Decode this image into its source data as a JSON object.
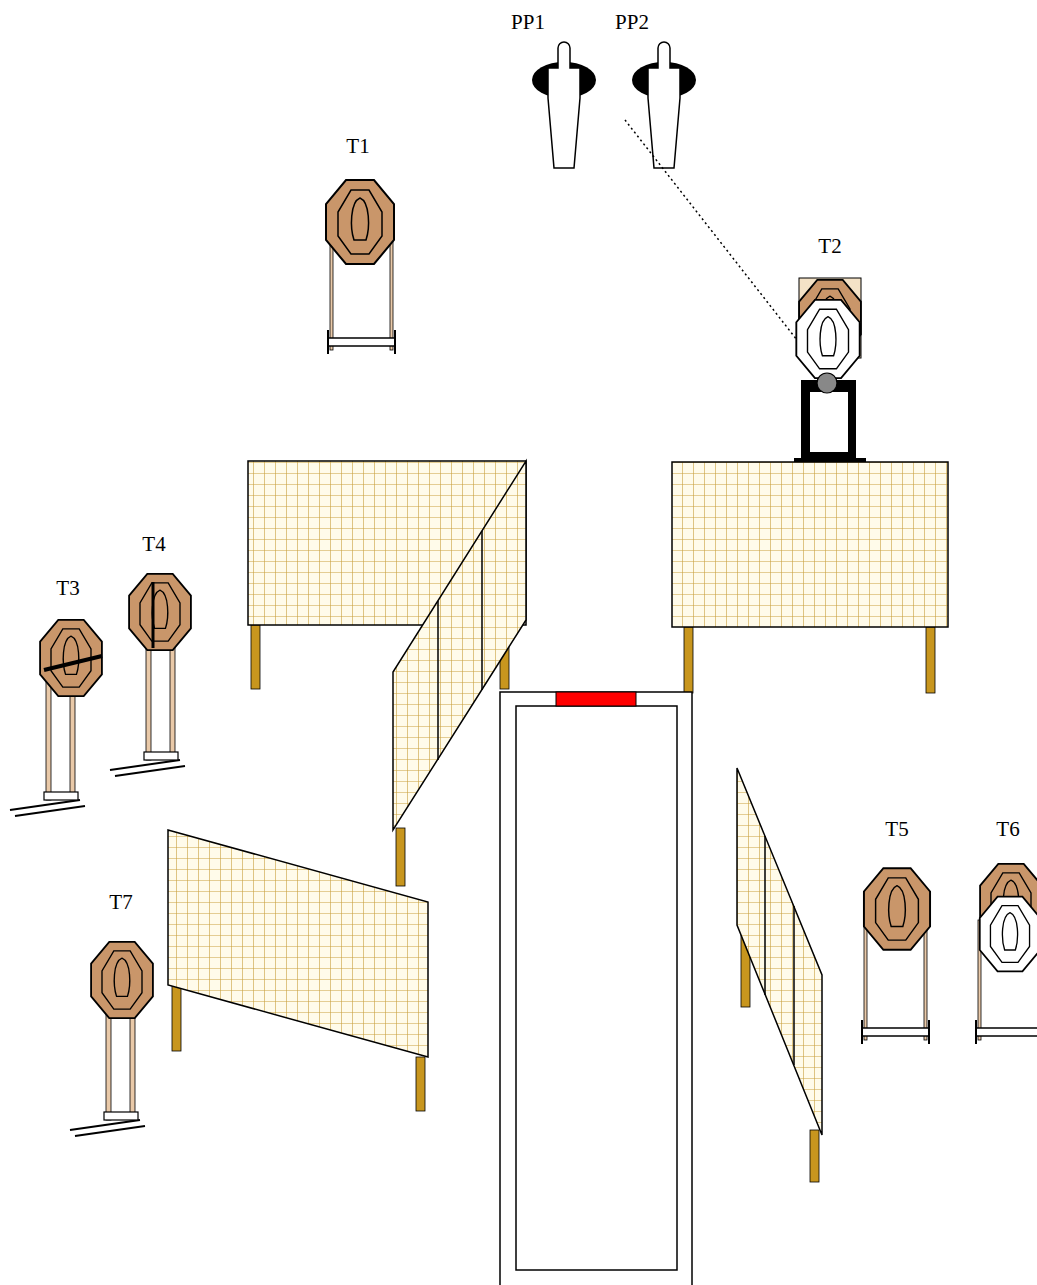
{
  "diagram": {
    "labels": [
      "PP1",
      "PP2",
      "T1",
      "T2",
      "T3",
      "T4",
      "T5",
      "T6",
      "T7"
    ]
  }
}
